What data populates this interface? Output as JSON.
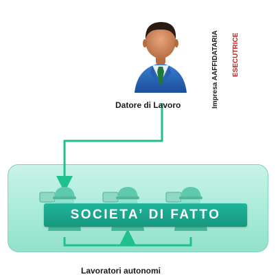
{
  "employer": {
    "label": "Datore di Lavoro",
    "icon": "businessman-avatar-icon"
  },
  "contractor_role": {
    "label": "Impresa AAFFIDATARIA"
  },
  "executor_role": {
    "label": "ESECUTRICE",
    "color": "#cc1f1f"
  },
  "society": {
    "label": "SOCIETA’ DI FATTO",
    "box_color": "#a8ebd8",
    "band_color": "#1a9f86"
  },
  "workers": {
    "label": "Lavoratori  autonomi",
    "icon": "worker-with-tools-icon",
    "count": 3
  },
  "connector_color": "#1fbf8f"
}
